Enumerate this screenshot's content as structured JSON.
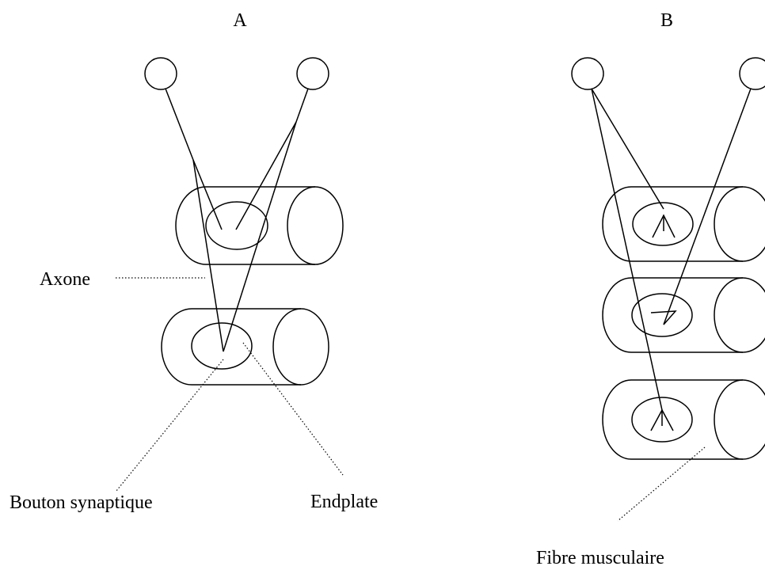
{
  "panels": {
    "a": {
      "label": "A"
    },
    "b": {
      "label": "B"
    }
  },
  "labels": {
    "axon": "Axone",
    "synaptic_bouton": "Bouton synaptique",
    "endplate": "Endplate",
    "muscle_fiber": "Fibre musculaire"
  },
  "colors": {
    "line": "#000000",
    "background": "#ffffff"
  }
}
